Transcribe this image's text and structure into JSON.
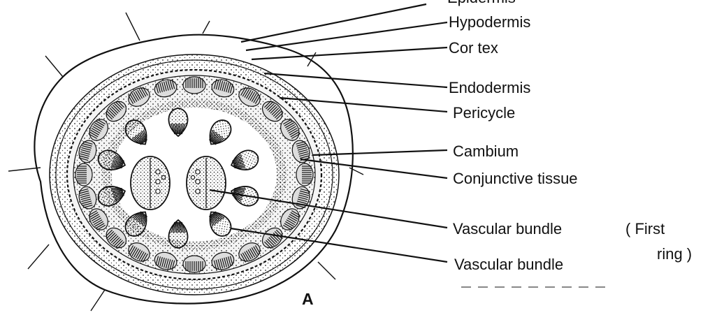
{
  "figure_letter": "A",
  "labels": {
    "epidermis": "Epidermis",
    "hypodermis": "Hypodermis",
    "cortex": "Cor tex",
    "endodermis": "Endodermis",
    "pericycle": "Pericycle",
    "cambium": "Cambium",
    "conjunctive": "Conjunctive tissue",
    "vb_first": "Vascular bundle",
    "first_ring_a": "( First",
    "first_ring_b": "ring )",
    "vb": "Vascular bundle"
  }
}
